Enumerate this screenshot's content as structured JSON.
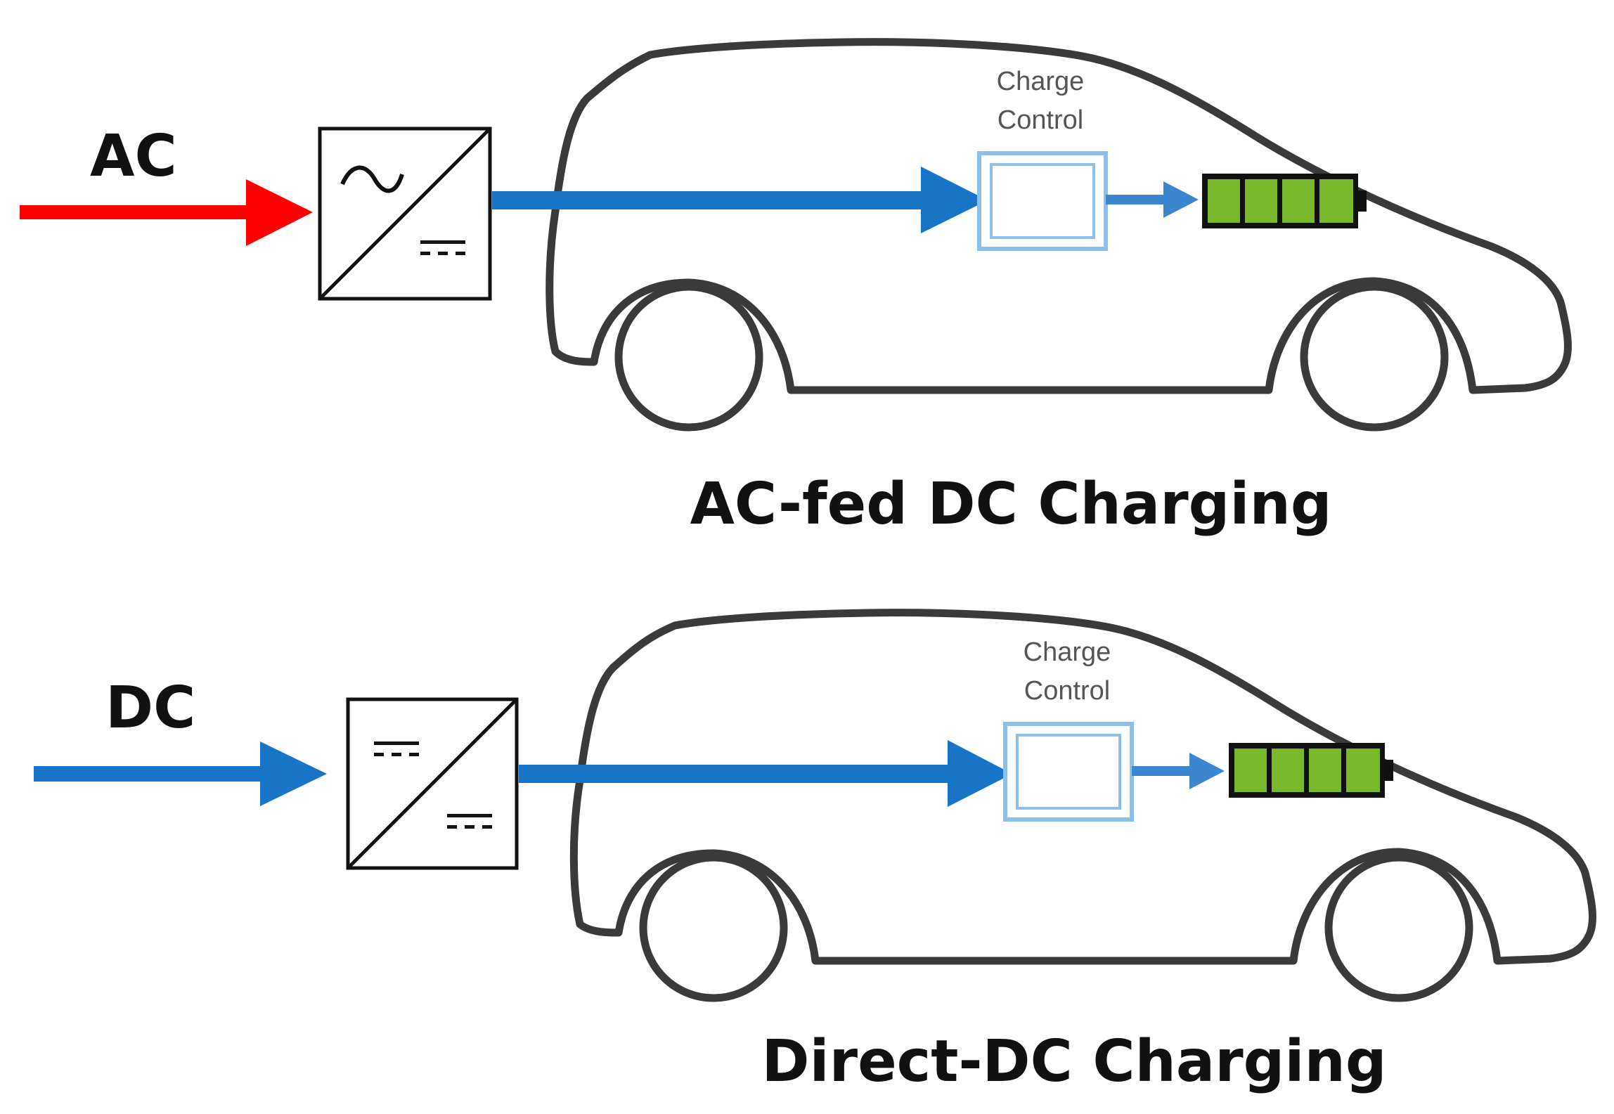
{
  "panels": [
    {
      "id": "ac",
      "source_label": "AC",
      "source_color": "#ff0000",
      "converter_type": "ac-dc",
      "charge_control": [
        "Charge",
        "Control"
      ],
      "caption": "AC-fed DC Charging"
    },
    {
      "id": "dc",
      "source_label": "DC",
      "source_color": "#1874c6",
      "converter_type": "dc-dc",
      "charge_control": [
        "Charge",
        "Control"
      ],
      "caption": "Direct-DC Charging"
    }
  ],
  "colors": {
    "flow_arrow": "#1874c6",
    "charge_control_box": "#8cc0ea",
    "battery_cell": "#78b82a",
    "car_outline": "#3a3a3a"
  },
  "icons": {
    "ac_symbol": "sine-wave-icon",
    "dc_symbol": "dc-symbol-icon",
    "battery": "battery-icon",
    "car": "car-outline-icon"
  }
}
